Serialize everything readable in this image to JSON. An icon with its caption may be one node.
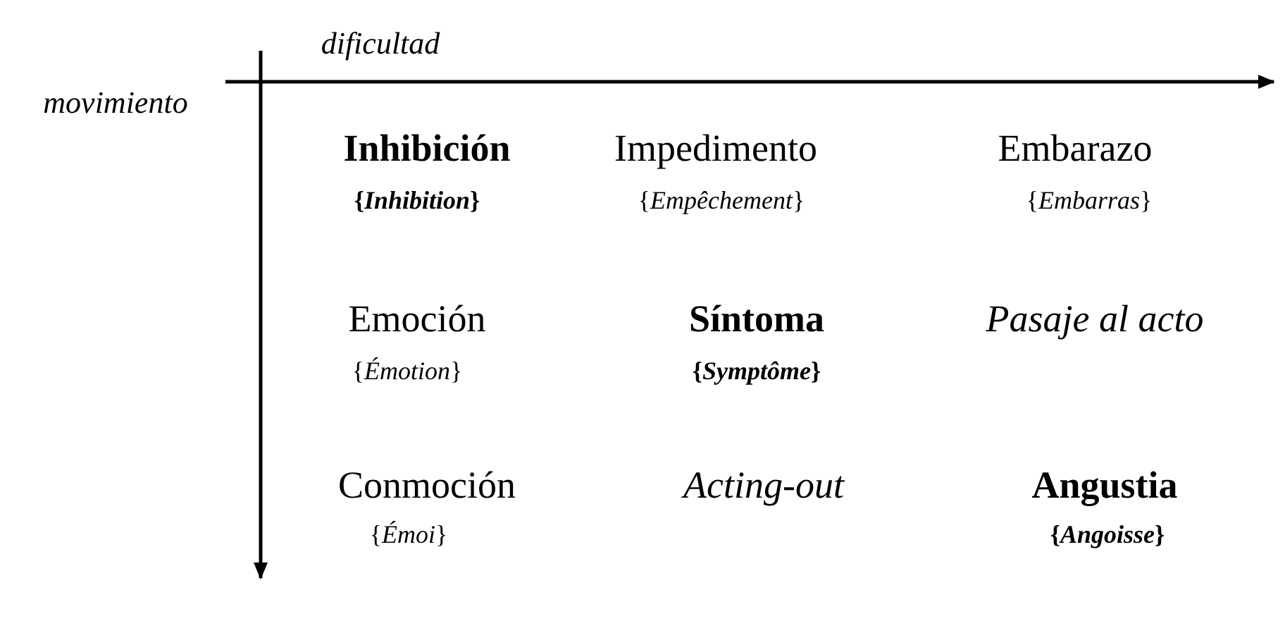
{
  "diagram": {
    "labels": [
      "dificultad",
      "movimiento",
      "Inhibición",
      "Impedimento",
      "Embarazo",
      "{*Inhibition*}",
      "{*Empêchement*}",
      "{*Embarras*}",
      "Emoción",
      "Síntoma",
      "Pasaje al acto",
      "{*Émotion*}",
      "{*Symptôme*}",
      "Conmoción",
      "Acting-out",
      "Angustia",
      "{*Émoi*}",
      "{*Angoisse*}"
    ]
  }
}
